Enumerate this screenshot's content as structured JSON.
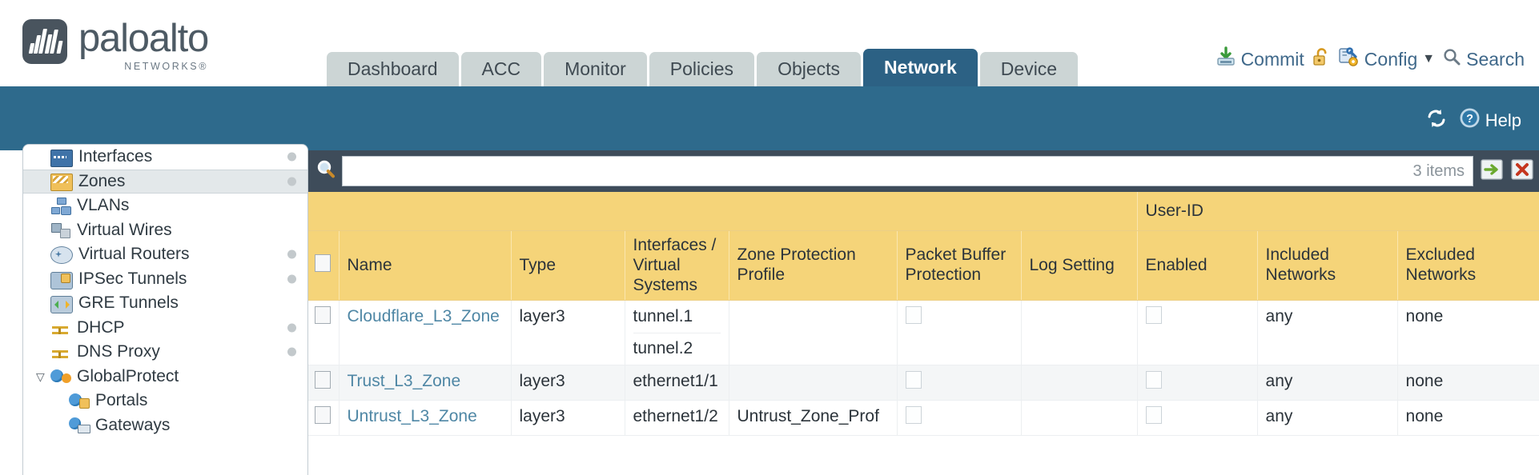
{
  "brand": {
    "name": "paloalto",
    "tagline": "NETWORKS®",
    "logo_icon": "paloalto-logo-mark"
  },
  "nav": {
    "tabs": [
      {
        "label": "Dashboard",
        "active": false
      },
      {
        "label": "ACC",
        "active": false
      },
      {
        "label": "Monitor",
        "active": false
      },
      {
        "label": "Policies",
        "active": false
      },
      {
        "label": "Objects",
        "active": false
      },
      {
        "label": "Network",
        "active": true
      },
      {
        "label": "Device",
        "active": false
      }
    ]
  },
  "header_actions": {
    "commit": {
      "label": "Commit",
      "icon": "commit-save-icon"
    },
    "lock": {
      "label": "",
      "icon": "unlocked-padlock-icon"
    },
    "config": {
      "label": "Config",
      "icon": "config-key-wrench-icon",
      "caret": "▼"
    },
    "search": {
      "label": "Search",
      "icon": "search-magnifier-icon"
    }
  },
  "band_actions": {
    "refresh": {
      "label": "",
      "icon": "refresh-icon"
    },
    "help": {
      "label": "Help",
      "icon": "help-question-icon"
    }
  },
  "sidebar": {
    "items": [
      {
        "label": "Interfaces",
        "icon": "interfaces-icon",
        "icon_class": "i-interfaces",
        "dot": true,
        "selected": false,
        "child": false,
        "caret": ""
      },
      {
        "label": "Zones",
        "icon": "zones-icon",
        "icon_class": "i-zones",
        "dot": true,
        "selected": true,
        "child": false,
        "caret": ""
      },
      {
        "label": "VLANs",
        "icon": "vlans-icon",
        "icon_class": "i-vlans",
        "dot": false,
        "selected": false,
        "child": false,
        "caret": ""
      },
      {
        "label": "Virtual Wires",
        "icon": "virtual-wires-icon",
        "icon_class": "i-vwires",
        "dot": false,
        "selected": false,
        "child": false,
        "caret": ""
      },
      {
        "label": "Virtual Routers",
        "icon": "virtual-routers-icon",
        "icon_class": "i-vrouters",
        "dot": true,
        "selected": false,
        "child": false,
        "caret": ""
      },
      {
        "label": "IPSec Tunnels",
        "icon": "ipsec-tunnels-icon",
        "icon_class": "i-ipsec",
        "dot": true,
        "selected": false,
        "child": false,
        "caret": ""
      },
      {
        "label": "GRE Tunnels",
        "icon": "gre-tunnels-icon",
        "icon_class": "i-gre",
        "dot": false,
        "selected": false,
        "child": false,
        "caret": ""
      },
      {
        "label": "DHCP",
        "icon": "dhcp-icon",
        "icon_class": "i-dhcp",
        "dot": true,
        "selected": false,
        "child": false,
        "caret": ""
      },
      {
        "label": "DNS Proxy",
        "icon": "dns-proxy-icon",
        "icon_class": "i-dns",
        "dot": true,
        "selected": false,
        "child": false,
        "caret": ""
      },
      {
        "label": "GlobalProtect",
        "icon": "globalprotect-icon",
        "icon_class": "i-gp",
        "dot": false,
        "selected": false,
        "child": false,
        "caret": "▽"
      },
      {
        "label": "Portals",
        "icon": "portals-icon",
        "icon_class": "i-portal",
        "dot": false,
        "selected": false,
        "child": true,
        "caret": ""
      },
      {
        "label": "Gateways",
        "icon": "gateways-icon",
        "icon_class": "i-gw",
        "dot": false,
        "selected": false,
        "child": true,
        "caret": ""
      }
    ]
  },
  "filter": {
    "search_icon": "search-magnifier-icon",
    "value": "",
    "placeholder": "",
    "item_count": "3 items",
    "apply_icon": "apply-filter-arrow-icon",
    "clear_icon": "clear-filter-x-icon"
  },
  "table": {
    "group_header": {
      "label": "User-ID",
      "spans": 3
    },
    "columns": [
      {
        "key": "select",
        "label": ""
      },
      {
        "key": "name",
        "label": "Name"
      },
      {
        "key": "type",
        "label": "Type"
      },
      {
        "key": "interfaces",
        "label": "Interfaces / Virtual Systems"
      },
      {
        "key": "zpp",
        "label": "Zone Protection Profile"
      },
      {
        "key": "pbp",
        "label": "Packet Buffer Protection"
      },
      {
        "key": "logsetting",
        "label": "Log Setting"
      },
      {
        "key": "enabled",
        "label": "Enabled"
      },
      {
        "key": "included",
        "label": "Included Networks"
      },
      {
        "key": "excluded",
        "label": "Excluded Networks"
      }
    ],
    "rows": [
      {
        "selected": false,
        "name": "Cloudflare_L3_Zone",
        "type": "layer3",
        "interfaces": [
          "tunnel.1",
          "tunnel.2"
        ],
        "zpp": "",
        "pbp_checked": false,
        "logsetting": "",
        "enabled_checked": false,
        "included": "any",
        "excluded": "none"
      },
      {
        "selected": false,
        "name": "Trust_L3_Zone",
        "type": "layer3",
        "interfaces": [
          "ethernet1/1"
        ],
        "zpp": "",
        "pbp_checked": false,
        "logsetting": "",
        "enabled_checked": false,
        "included": "any",
        "excluded": "none"
      },
      {
        "selected": false,
        "name": "Untrust_L3_Zone",
        "type": "layer3",
        "interfaces": [
          "ethernet1/2"
        ],
        "zpp": "Untrust_Zone_Prof",
        "pbp_checked": false,
        "logsetting": "",
        "enabled_checked": false,
        "included": "any",
        "excluded": "none"
      }
    ]
  },
  "colors": {
    "brand_slate": "#49545e",
    "band_blue": "#2e6a8c",
    "active_tab": "#2c6184",
    "inactive_tab": "#ccd5d5",
    "table_header_gold": "#f5d479",
    "group_header_gold": "#e0b441",
    "panel_dark": "#3e4c5a",
    "link_blue": "#4f87a5"
  }
}
